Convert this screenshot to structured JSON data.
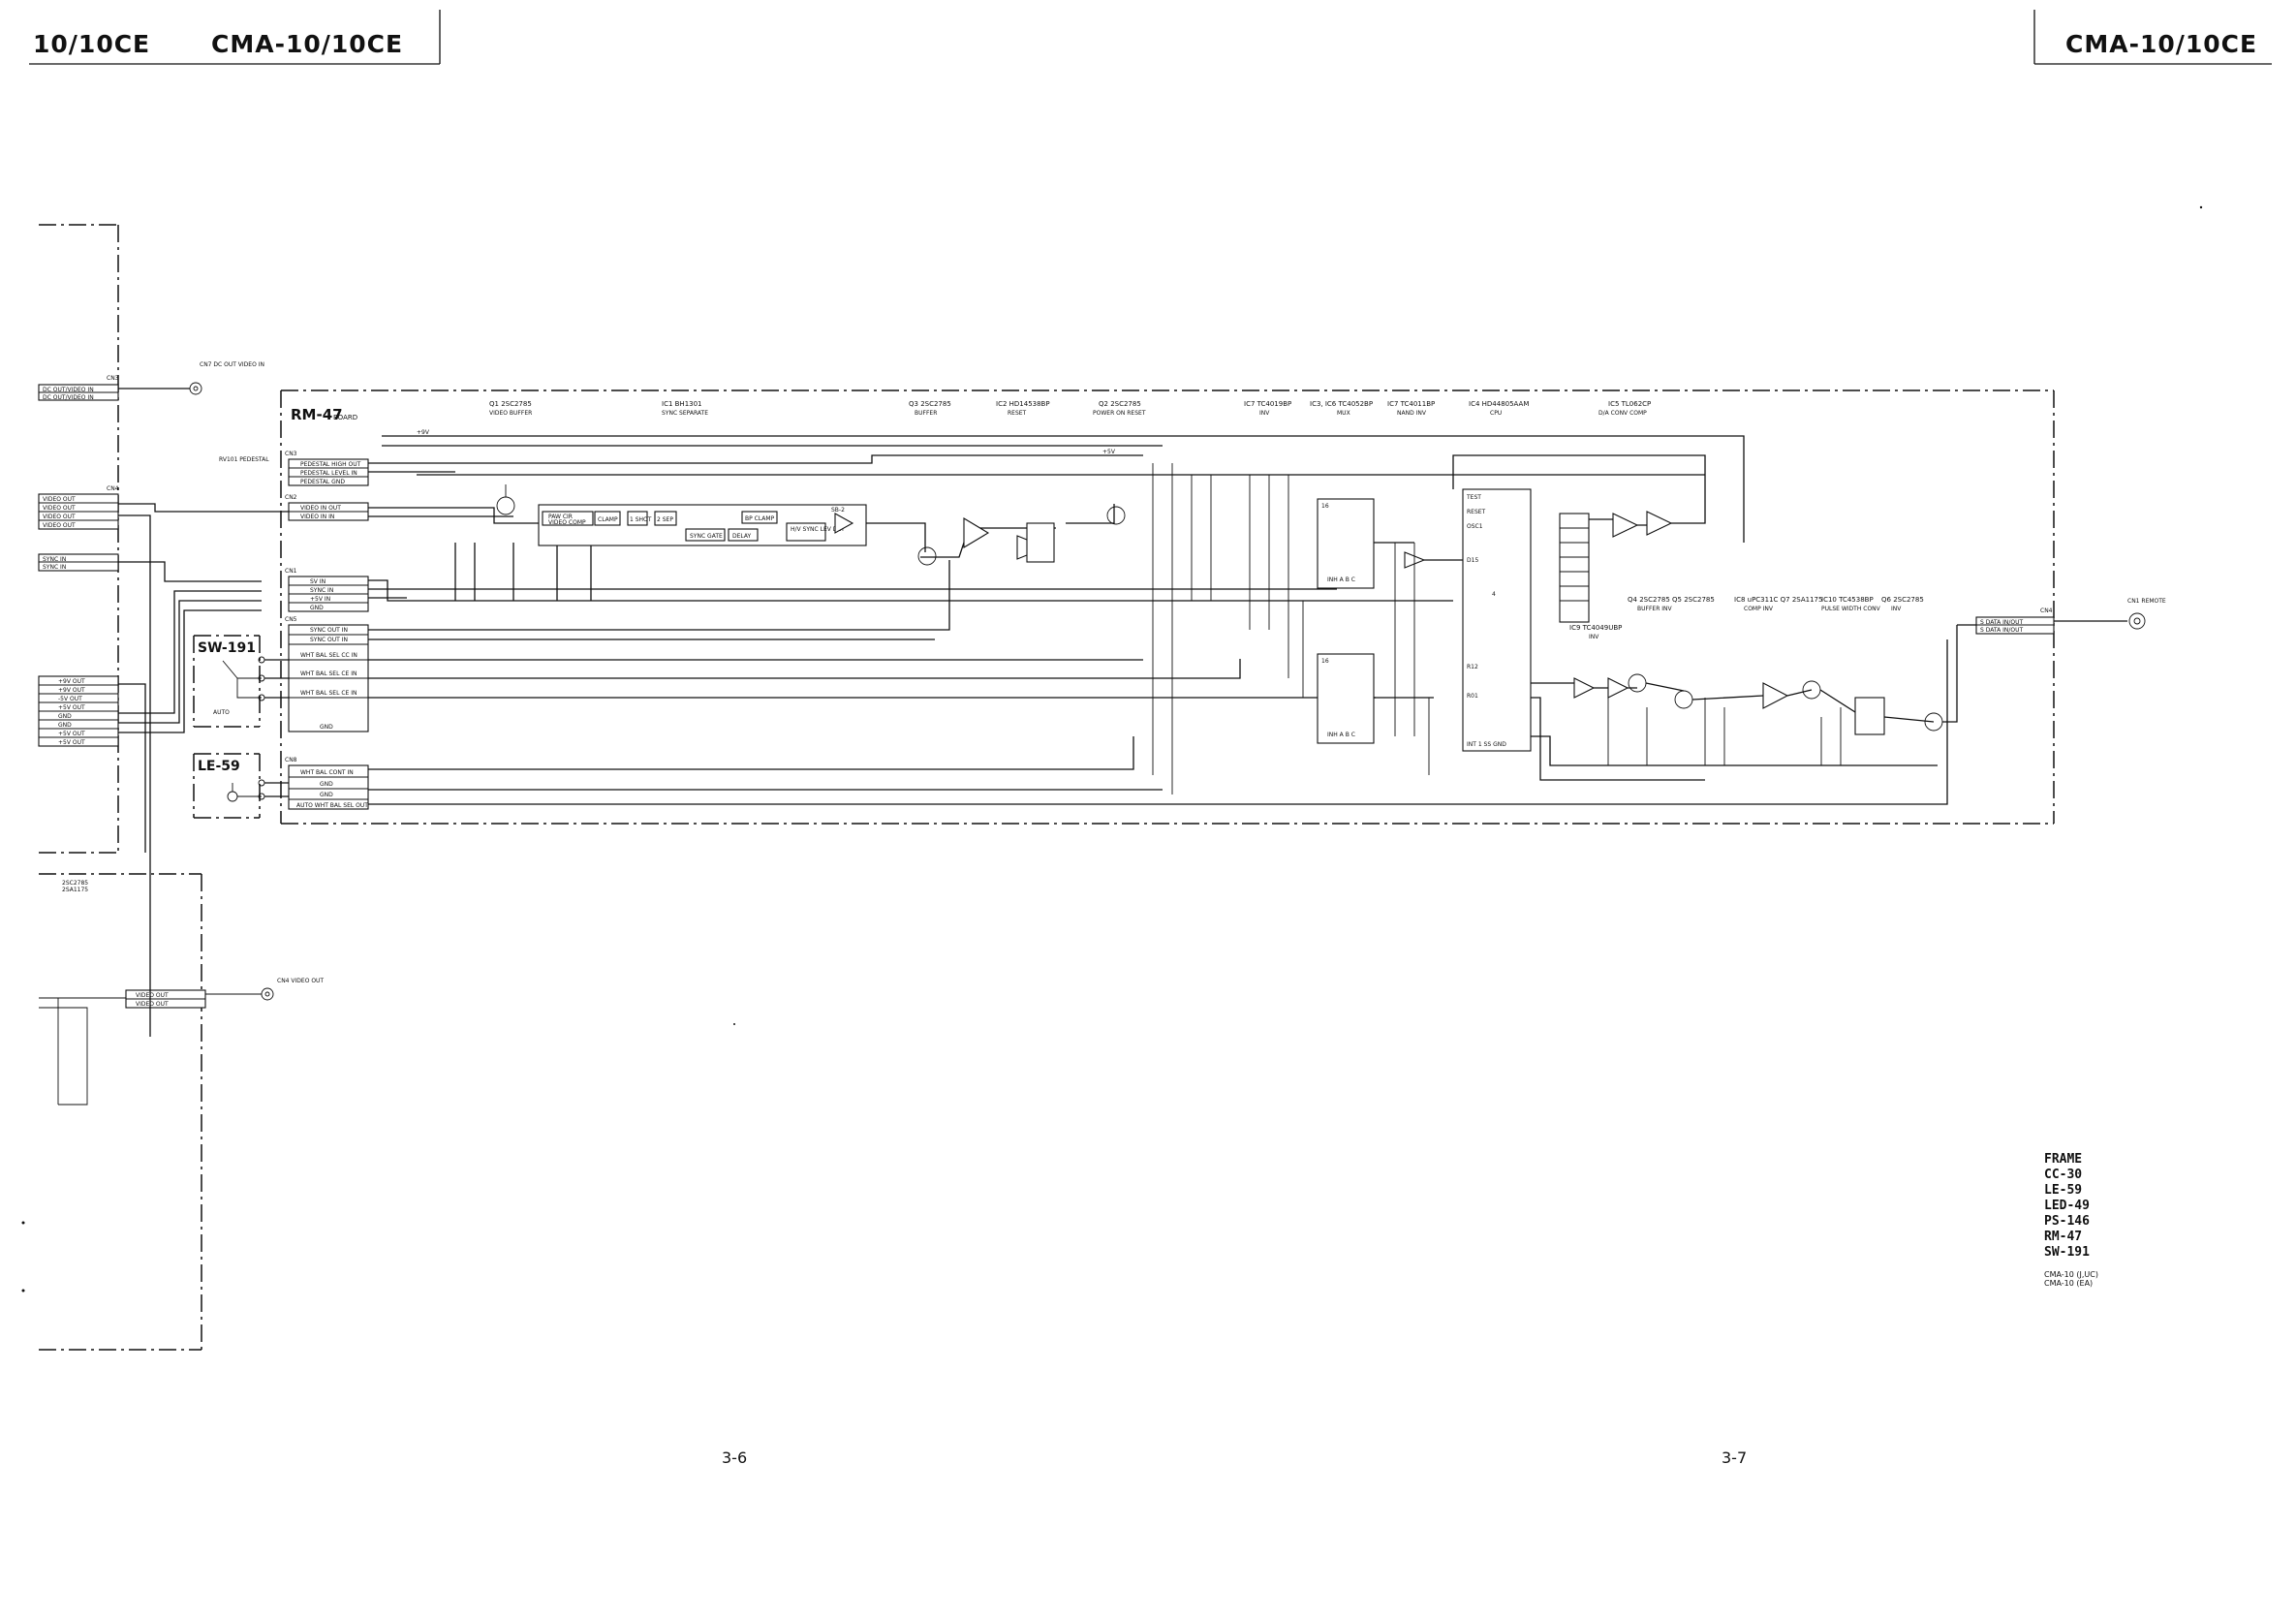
{
  "header": {
    "left_partial": "10/10CE",
    "left_model": "CMA-10/10CE",
    "right_model": "CMA-10/10CE"
  },
  "board": {
    "name": "RM-47",
    "suffix": "BOARD"
  },
  "switch_boxes": {
    "sw191": "SW-191",
    "le59": "LE-59"
  },
  "connectors": {
    "cn3": [
      "PEDESTAL HIGH OUT",
      "PEDESTAL LEVEL IN",
      "PEDESTAL GND"
    ],
    "cn2": [
      "VIDEO IN OUT",
      "VIDEO IN IN"
    ],
    "cn1": [
      "SV IN",
      "SYNC IN",
      "+5V IN",
      "GND"
    ],
    "cn5": [
      "SYNC OUT IN",
      "SYNC OUT IN",
      "WHT BAL SEL CC IN",
      "WHT BAL SEL CE IN",
      "WHT BAL SEL CE IN",
      "GND"
    ],
    "cn8": [
      "WHT BAL CONT IN",
      "GND",
      "GND",
      "AUTO WHT BAL SEL OUT"
    ],
    "left_top": [
      "DC OUT/VIDEO IN",
      "DC OUT/VIDEO IN"
    ],
    "left_video": [
      "VIDEO OUT",
      "VIDEO OUT",
      "VIDEO OUT",
      "VIDEO OUT"
    ],
    "left_sync": [
      "SYNC IN",
      "SYNC IN"
    ],
    "left_power": [
      "+9V OUT",
      "+9V OUT",
      "-5V OUT",
      "+5V OUT",
      "GND",
      "GND",
      "+5V OUT",
      "+5V OUT"
    ],
    "bottom_video": [
      "VIDEO OUT",
      "VIDEO OUT"
    ],
    "right_data": [
      "S DATA IN/OUT",
      "S DATA IN/OUT"
    ]
  },
  "ic_labels": [
    {
      "ref": "Q1 2SC2785",
      "func": "VIDEO BUFFER"
    },
    {
      "ref": "IC1 BH1301",
      "func": "SYNC SEPARATE"
    },
    {
      "ref": "Q3 2SC2785",
      "func": "BUFFER"
    },
    {
      "ref": "IC2 HD14538BP",
      "func": "RESET"
    },
    {
      "ref": "Q2 2SC2785",
      "func": "POWER ON RESET"
    },
    {
      "ref": "IC7 TC4019BP",
      "func": "INV"
    },
    {
      "ref": "IC3, IC6 TC4052BP",
      "func": "MUX"
    },
    {
      "ref": "IC7 TC4011BP",
      "func": "NAND INV"
    },
    {
      "ref": "IC4 HD44805AAM",
      "func": "CPU"
    },
    {
      "ref": "IC5 TL062CP",
      "func": "D/A CONV COMP"
    },
    {
      "ref": "IC9 TC4049UBP",
      "func": "INV"
    },
    {
      "ref": "Q4 2SC2785  Q5 2SC2785",
      "func": "BUFFER  INV"
    },
    {
      "ref": "IC8 uPC311C  Q7 2SA1175",
      "func": "COMP  INV"
    },
    {
      "ref": "IC10 TC4538BP",
      "func": "PULSE WIDTH CONV"
    },
    {
      "ref": "Q6 2SC2785",
      "func": "INV"
    }
  ],
  "ic1_blocks": [
    "PAW CIR",
    "VIDEO COMP",
    "CLAMP",
    "1 SHOT",
    "2 SEP",
    "SYNC GATE",
    "DELAY",
    "BP CLAMP",
    "H/V SYNC LEV DET",
    "SB-2"
  ],
  "jacks": {
    "dc_out": "CN7 DC OUT VIDEO IN",
    "video_out": "CN4 VIDEO OUT",
    "remote": "CN1 REMOTE",
    "pedestal": "RV101 PEDESTAL"
  },
  "misc_labels": [
    "2SC2785",
    "2SA1175",
    "AUTO",
    "+9V",
    "+5V"
  ],
  "legend": {
    "boards": [
      "FRAME",
      "CC-30",
      "LE-59",
      "LED-49",
      "PS-146",
      "RM-47",
      "SW-191"
    ],
    "notes": [
      "CMA-10 (J,UC)",
      "CMA-10 (EA)"
    ]
  },
  "pages": {
    "left": "3-6",
    "right": "3-7"
  }
}
